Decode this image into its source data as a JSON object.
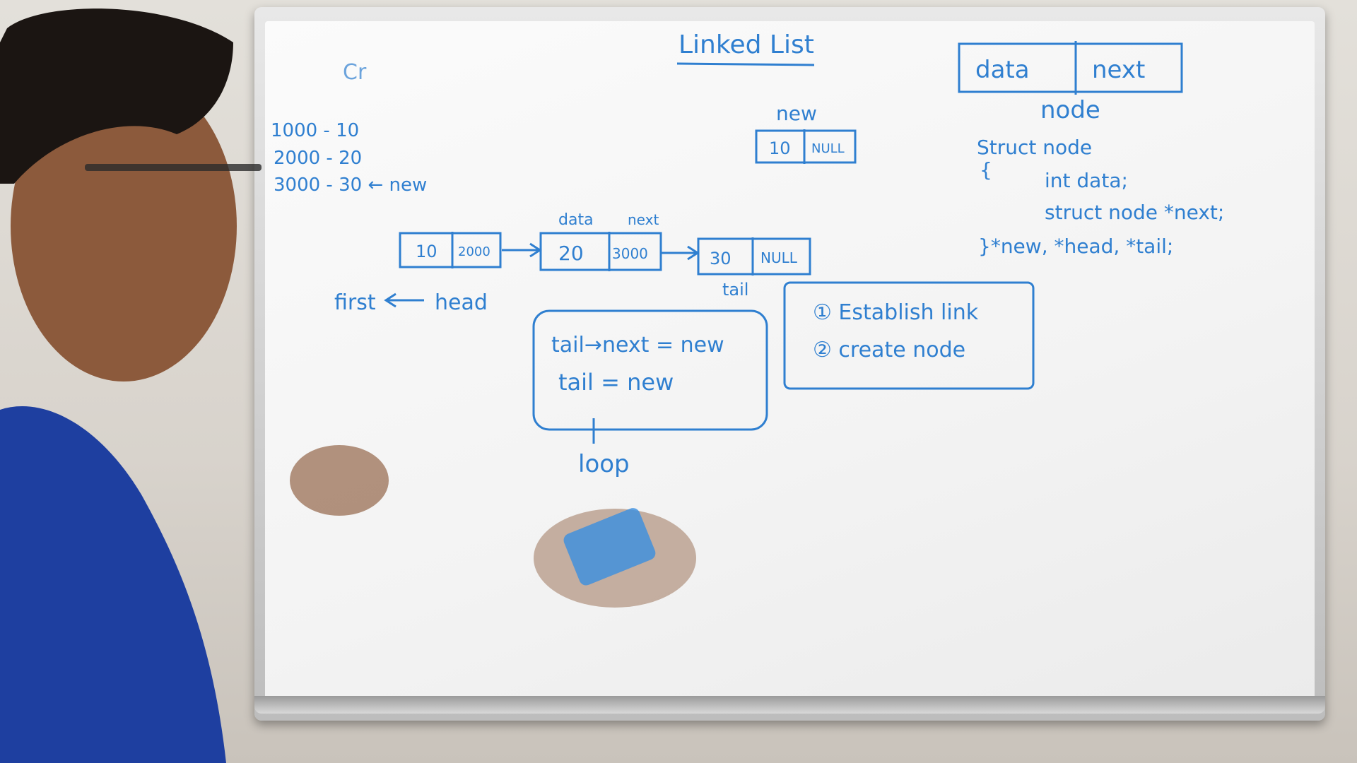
{
  "title": "Linked List",
  "corner_scribble": "Cr",
  "node_header": {
    "data_label": "data",
    "next_label": "next",
    "caption": "node"
  },
  "struct_code": [
    "Struct node",
    "{",
    "int data;",
    "struct node *next;",
    "}*new, *head, *tail;"
  ],
  "address_notes": [
    "1000 - 10",
    "2000 - 20",
    "3000 - 30 ← new"
  ],
  "new_node": {
    "caption": "new",
    "data": "10",
    "next": "NULL"
  },
  "list_nodes": [
    {
      "data": "10",
      "next": "2000"
    },
    {
      "data": "20",
      "next": "3000",
      "data_tag": "data",
      "next_tag": "next"
    },
    {
      "data": "30",
      "next": "NULL",
      "caption": "tail"
    }
  ],
  "head_note": {
    "left": "first",
    "right": "head"
  },
  "code_box": [
    "tail→next = new",
    "tail = new"
  ],
  "loop_label": "loop",
  "steps": [
    "① Establish link",
    "② create node"
  ],
  "colors": {
    "ink": "#2f7fd0",
    "shirt": "#1e3fa0",
    "eraser": "#3a8fe0"
  }
}
